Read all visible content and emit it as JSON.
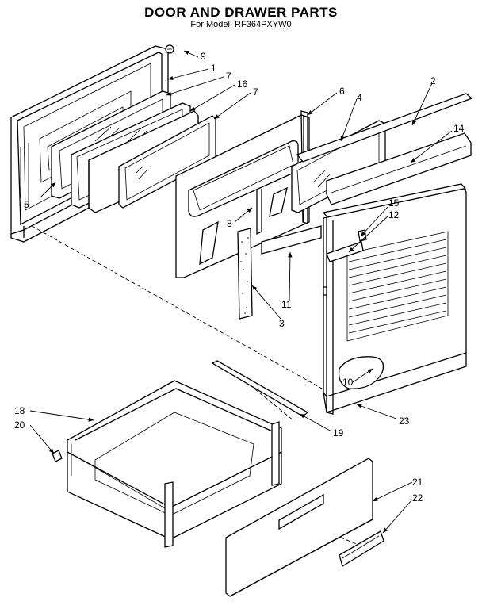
{
  "header": {
    "title": "DOOR AND DRAWER PARTS",
    "model_label": "For Model:",
    "model_number": "RF364PXYW0"
  },
  "callouts": [
    {
      "id": "c1",
      "label": "1"
    },
    {
      "id": "c2",
      "label": "2"
    },
    {
      "id": "c3",
      "label": "3"
    },
    {
      "id": "c4",
      "label": "4"
    },
    {
      "id": "c5",
      "label": "5"
    },
    {
      "id": "c6",
      "label": "6"
    },
    {
      "id": "c7a",
      "label": "7"
    },
    {
      "id": "c7b",
      "label": "7"
    },
    {
      "id": "c8",
      "label": "8"
    },
    {
      "id": "c9",
      "label": "9"
    },
    {
      "id": "c10",
      "label": "10"
    },
    {
      "id": "c11",
      "label": "11"
    },
    {
      "id": "c12",
      "label": "12"
    },
    {
      "id": "c14",
      "label": "14"
    },
    {
      "id": "c15",
      "label": "15"
    },
    {
      "id": "c16",
      "label": "16"
    },
    {
      "id": "c18",
      "label": "18"
    },
    {
      "id": "c19",
      "label": "19"
    },
    {
      "id": "c20",
      "label": "20"
    },
    {
      "id": "c21",
      "label": "21"
    },
    {
      "id": "c22",
      "label": "22"
    },
    {
      "id": "c23",
      "label": "23"
    }
  ]
}
